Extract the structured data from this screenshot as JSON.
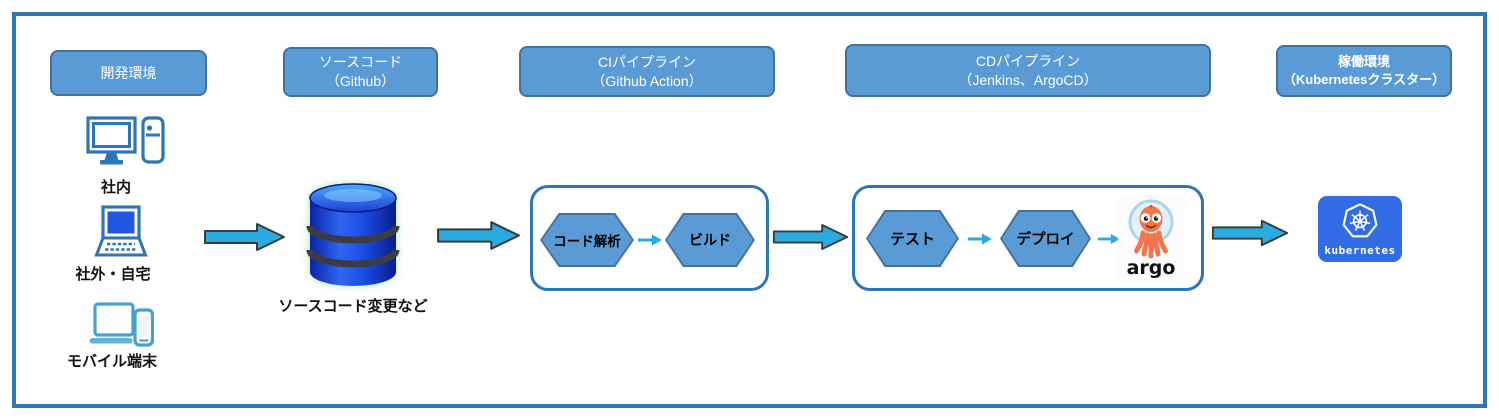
{
  "diagram": {
    "headers": [
      {
        "id": "dev-env",
        "lines": [
          "開発環境"
        ]
      },
      {
        "id": "source-code",
        "lines": [
          "ソースコード",
          "（Github）"
        ]
      },
      {
        "id": "ci-pipeline",
        "lines": [
          "CIパイプライン",
          "（Github Action）"
        ]
      },
      {
        "id": "cd-pipeline",
        "lines": [
          "CDパイプライン",
          "（Jenkins、ArgoCD）"
        ]
      },
      {
        "id": "prod-env",
        "lines": [
          "稼働環境",
          "（Kubernetesクラスター）"
        ]
      }
    ],
    "devices": [
      {
        "icon": "desktop-pc-icon",
        "label": "社内"
      },
      {
        "icon": "laptop-icon",
        "label": "社外・自宅"
      },
      {
        "icon": "mobile-devices-icon",
        "label": "モバイル端末"
      }
    ],
    "database_label": "ソースコード変更など",
    "ci_steps": [
      "コード解析",
      "ビルド"
    ],
    "cd_steps": [
      "テスト",
      "デプロイ"
    ],
    "argo_label": "argo",
    "kubernetes_label": "kubernetes",
    "colors": {
      "frame_border": "#2e75b6",
      "header_fill": "#5b9bd5",
      "header_border": "#41719c",
      "arrow_fill": "#29abe2",
      "hexagon_fill": "#5b9bd5",
      "kubernetes_blue": "#326ce5",
      "argo_orange": "#f2764b",
      "database_blue": "#1d4fe8",
      "icon_stroke": "#2e75b6"
    }
  }
}
